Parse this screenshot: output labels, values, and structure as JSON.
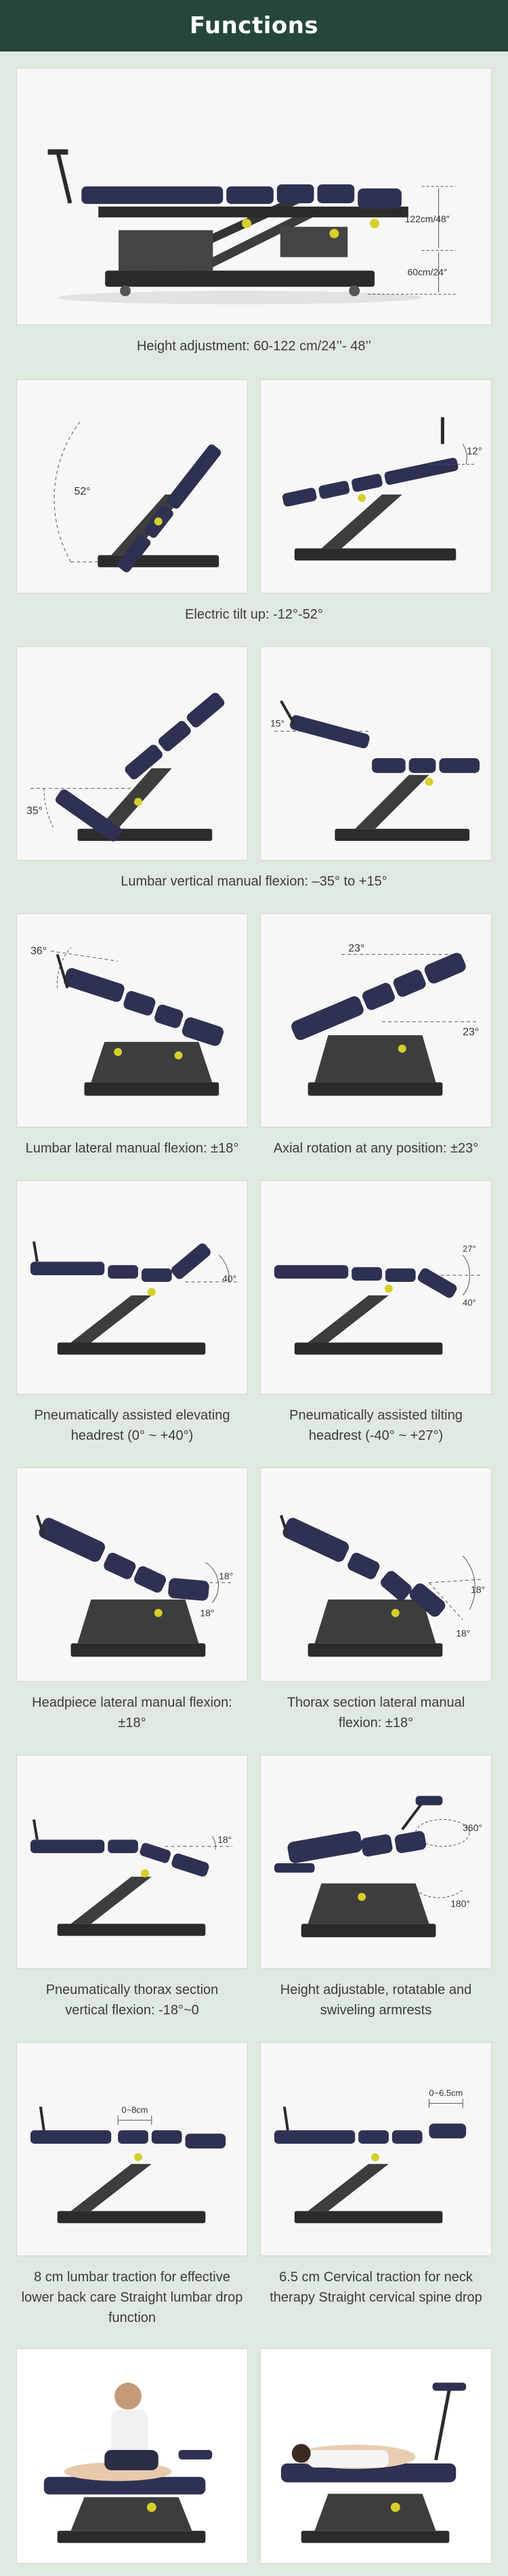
{
  "header": {
    "title": "Functions"
  },
  "sections": {
    "height": {
      "caption": "Height adjustment: 60-122 cm/24’’- 48’’",
      "labels": [
        "122cm/48″",
        "60cm/24″"
      ]
    },
    "tilt": {
      "caption": "Electric tilt up: -12°-52°",
      "left_label": "52°",
      "right_label": "12°"
    },
    "lumbar_vertical": {
      "caption": "Lumbar vertical manual flexion: –35° to +15°",
      "left_label": "35°",
      "right_label": "15°"
    },
    "lateral_axial": {
      "left_caption": "Lumbar lateral manual flexion: ±18°",
      "right_caption": "Axial rotation at any position: ±23°",
      "left_label": "36°",
      "right_labels": [
        "23°",
        "23°"
      ]
    },
    "headrest": {
      "left_caption": "Pneumatically assisted elevating headrest (0° ~ +40°)",
      "right_caption": "Pneumatically assisted tilting headrest (-40° ~ +27°)",
      "left_label": "40°",
      "right_labels": [
        "27°",
        "40°"
      ]
    },
    "lateral_flexion": {
      "left_caption": "Headpiece lateral manual flexion: ±18°",
      "right_caption": "Thorax section lateral manual flexion: ±18°",
      "left_labels": [
        "18°",
        "18°"
      ],
      "right_labels": [
        "18°",
        "18°"
      ]
    },
    "thorax_armrest": {
      "left_caption": "Pneumatically thorax section vertical flexion: -18°~0",
      "right_caption": "Height adjustable, rotatable and swiveling armrests",
      "left_label": "18°",
      "right_labels": [
        "360°",
        "180°"
      ]
    },
    "traction": {
      "left_caption": "8 cm lumbar traction for effective lower back care Straight lumbar drop function",
      "right_caption": "6.5 cm Cervical traction for neck therapy Straight cervical spine drop",
      "left_label": "0~8cm",
      "right_label": "0~6.5cm"
    }
  },
  "colors": {
    "header_bg": "#24473a",
    "page_bg": "#dfe9df",
    "upholstery": "#2f3152",
    "frame": "#2b2b2b",
    "accent_yellow": "#d6cf2a"
  }
}
